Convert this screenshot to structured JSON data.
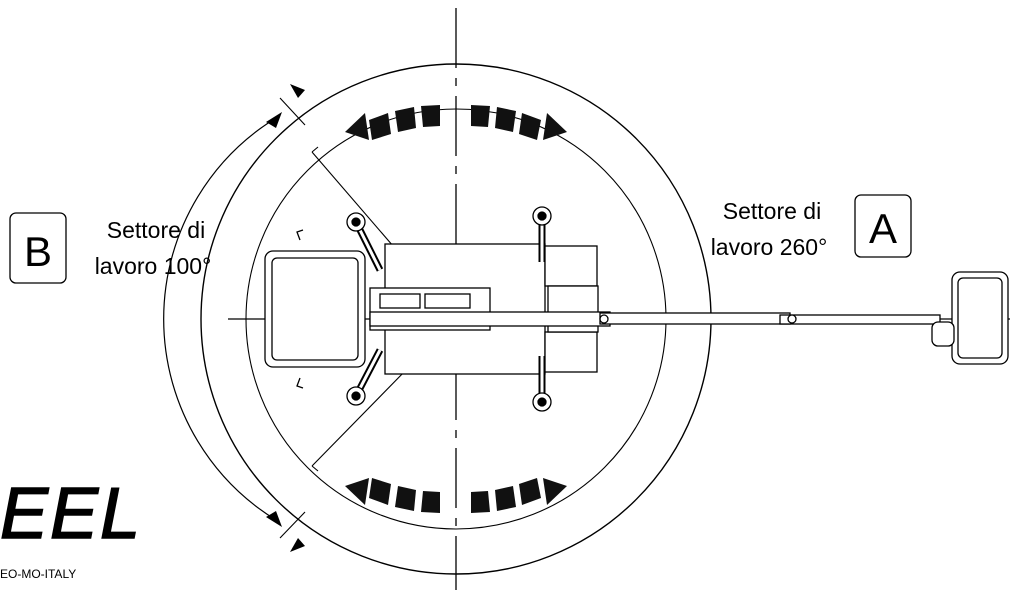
{
  "sector_a": {
    "letter": "A",
    "line1": "Settore di",
    "line2": "lavoro 260°"
  },
  "sector_b": {
    "letter": "B",
    "line1": "Settore di",
    "line2": "lavoro 100°"
  },
  "logo": {
    "wordmark": "EEL",
    "caption": "EO-MO-ITALY"
  },
  "colors": {
    "ink": "#000000",
    "paper": "#ffffff"
  }
}
